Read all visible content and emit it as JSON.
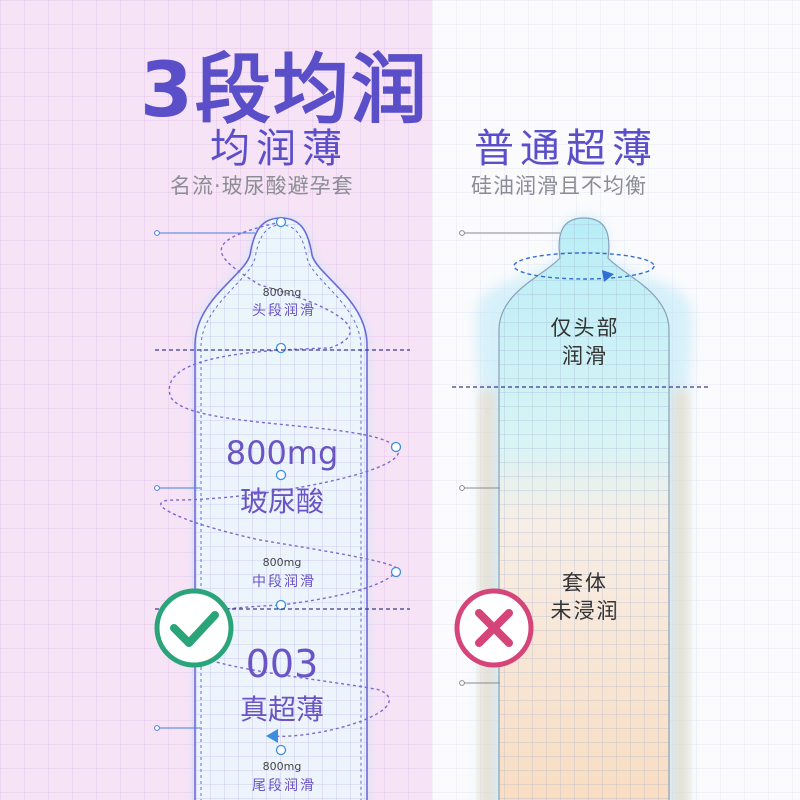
{
  "header": {
    "title": "3段均润",
    "left_subtitle": "均润薄",
    "left_caption": "名流·玻尿酸避孕套",
    "right_subtitle": "普通超薄",
    "right_caption": "硅油润滑且不均衡"
  },
  "left_product": {
    "head_amount": "800mg",
    "head_label": "头段润滑",
    "main_amount": "800mg",
    "main_label": "玻尿酸",
    "mid_amount": "800mg",
    "mid_label": "中段润滑",
    "thin_value": "003",
    "thin_label": "真超薄",
    "tail_amount": "800mg",
    "tail_label": "尾段润滑",
    "status_icon": "check-icon"
  },
  "right_product": {
    "head_label_line1": "仅头部",
    "head_label_line2": "润滑",
    "body_label_line1": "套体",
    "body_label_line2": "未浸润",
    "status_icon": "cross-icon"
  },
  "colors": {
    "accent": "#5a4fc8",
    "check": "#2aa57a",
    "cross": "#d6457a",
    "left_bg": "#f7e3f6",
    "right_bg": "#fbfbfd"
  }
}
